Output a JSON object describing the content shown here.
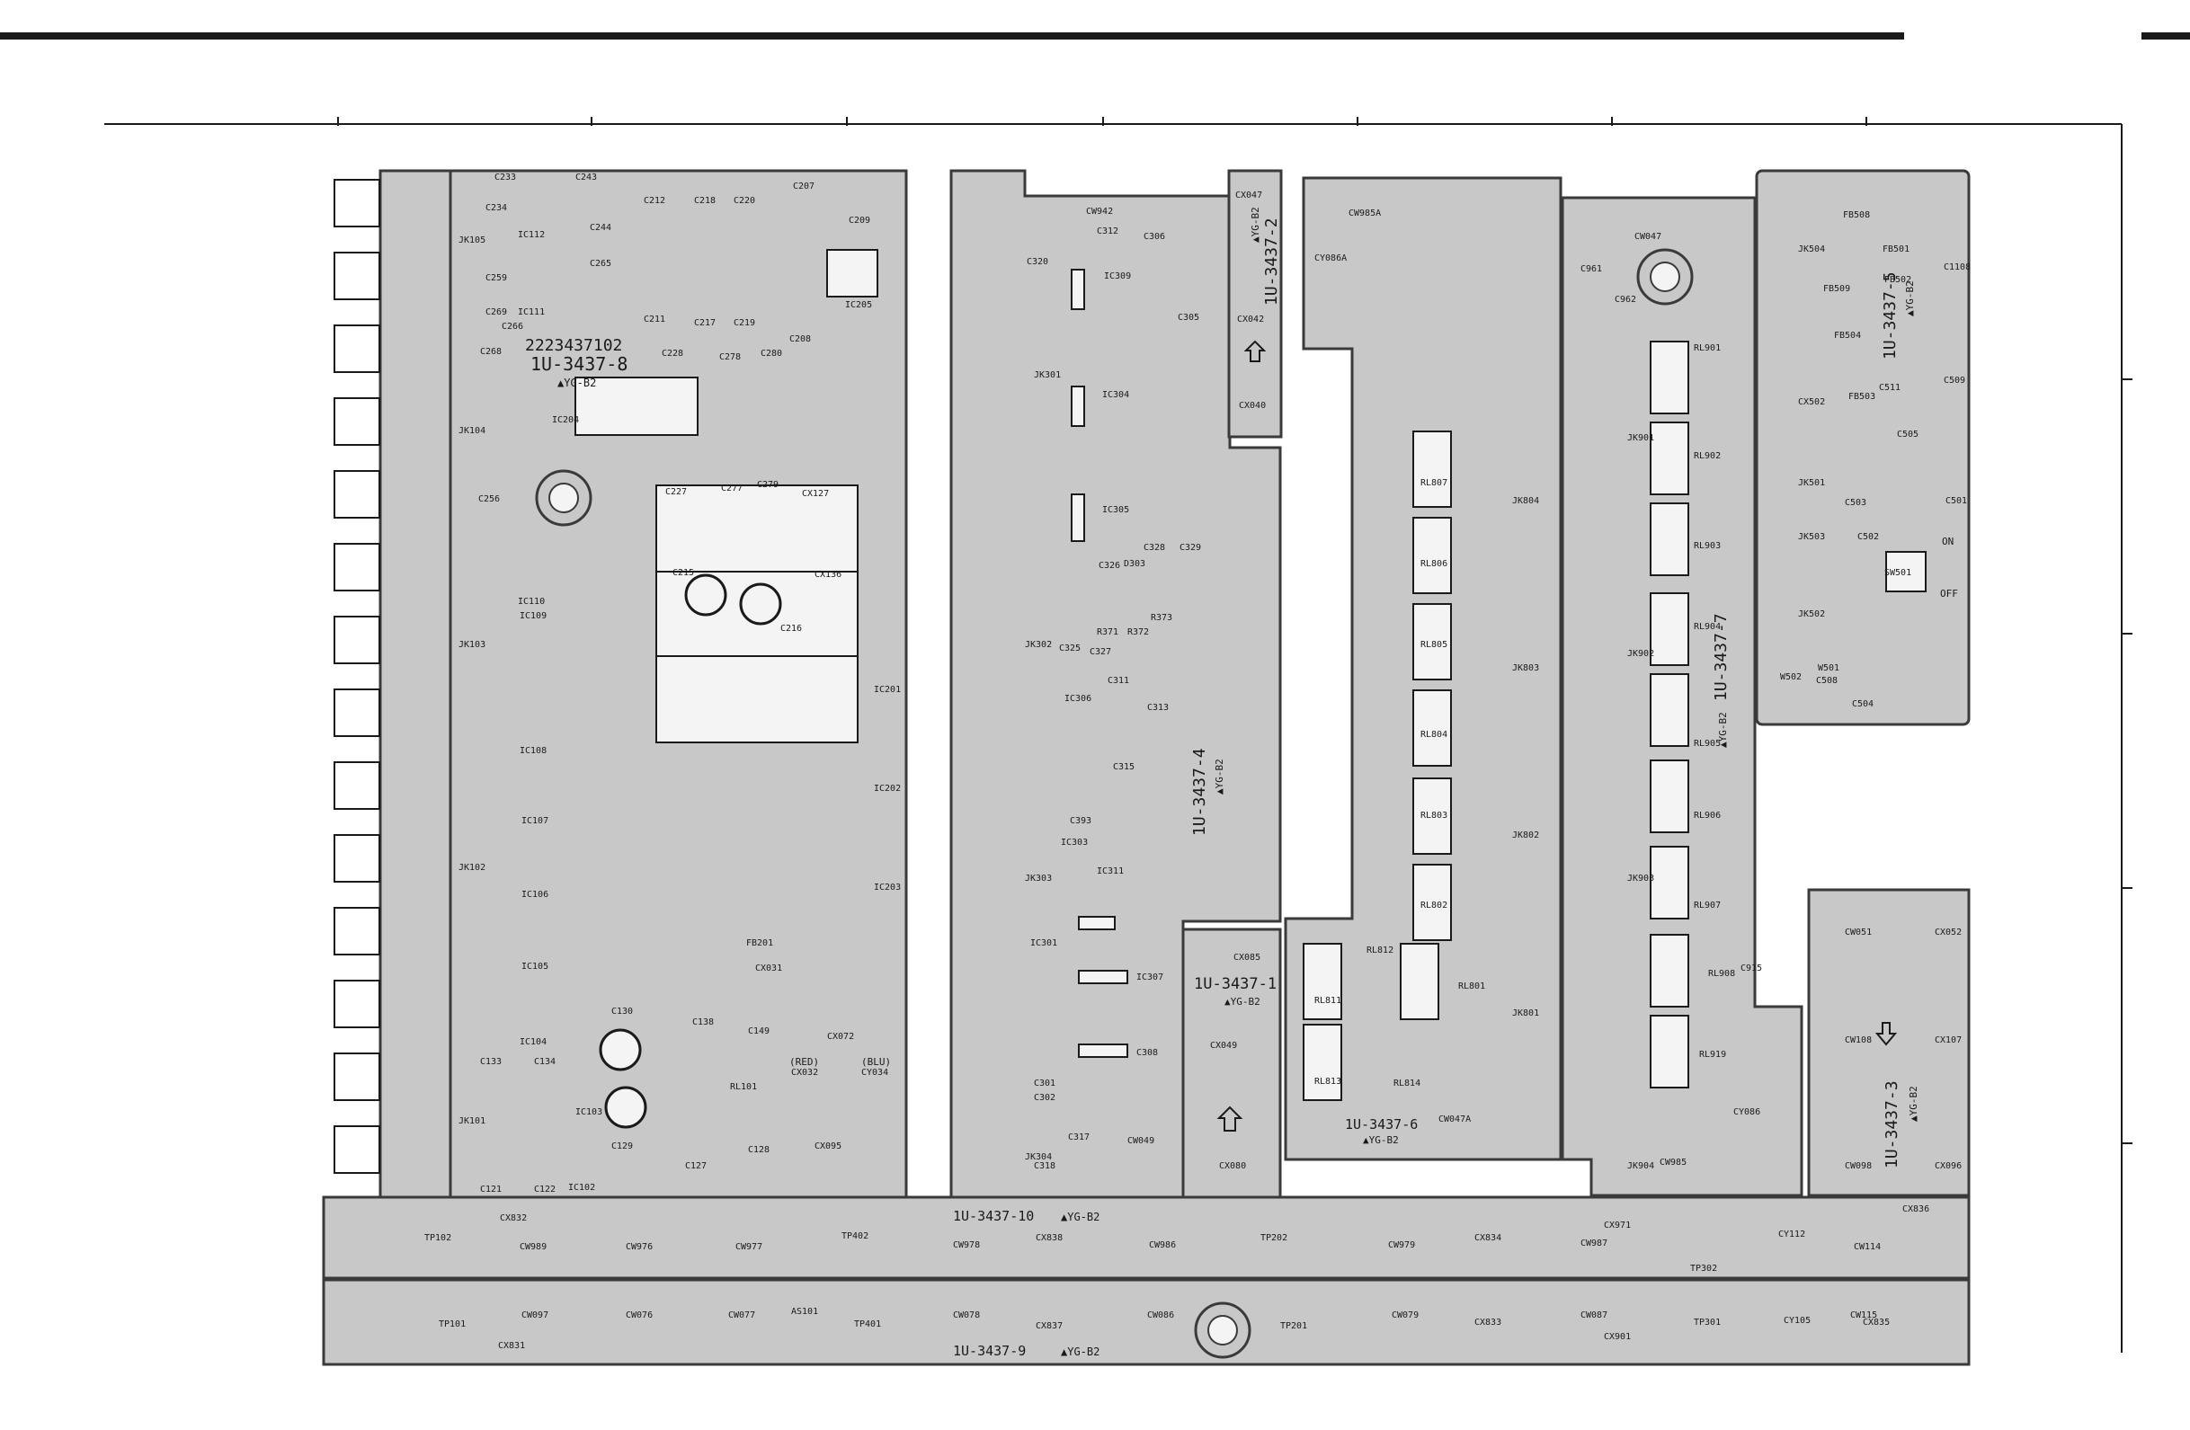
{
  "diagram": {
    "colors": {
      "board_fill": "#c8c8c8",
      "board_edge": "#3a3a3a",
      "copper": "#f4f4f4",
      "ink": "#1a1a1a",
      "page": "#ffffff"
    },
    "yg_mark": "▲",
    "boards": [
      {
        "id": "main",
        "name": "1U-3437-8",
        "mark": "YG-B2",
        "part_number": "2223437102"
      },
      {
        "id": "b4",
        "name": "1U-3437-4",
        "mark": "YG-B2"
      },
      {
        "id": "b2",
        "name": "1U-3437-2",
        "mark": "YG-B2"
      },
      {
        "id": "b1",
        "name": "1U-3437-1",
        "mark": "YG-B2"
      },
      {
        "id": "b6",
        "name": "1U-3437-6",
        "mark": "YG-B2"
      },
      {
        "id": "b7",
        "name": "1U-3437-7",
        "mark": "YG-B2"
      },
      {
        "id": "b5",
        "name": "1U-3437-5",
        "mark": "YG-B2"
      },
      {
        "id": "b3",
        "name": "1U-3437-3",
        "mark": "YG-B2"
      },
      {
        "id": "b10",
        "name": "1U-3437-10",
        "mark": "YG-B2"
      },
      {
        "id": "b9",
        "name": "1U-3437-9",
        "mark": "YG-B2"
      }
    ],
    "switch_labels": {
      "on": "ON",
      "off": "OFF"
    },
    "led_labels": {
      "red": "(RED)",
      "blue": "(BLU)"
    },
    "components": {
      "main": [
        "C233",
        "C243",
        "C234",
        "C244",
        "C265",
        "C259",
        "C266",
        "C269",
        "C268",
        "IC112",
        "IC111",
        "C212",
        "C218",
        "C220",
        "C207",
        "C209",
        "IC205",
        "C211",
        "C217",
        "C219",
        "C208",
        "C228",
        "C278",
        "C280",
        "IC204",
        "C227",
        "C277",
        "C279",
        "CX127",
        "CX136",
        "C215",
        "C216",
        "C256",
        "IC110",
        "IC109",
        "IC108",
        "IC107",
        "IC106",
        "IC105",
        "IC104",
        "IC103",
        "IC102",
        "IC201",
        "IC202",
        "IC203",
        "FB201",
        "CX031",
        "CX072",
        "CX032",
        "CY034",
        "CX095",
        "C130",
        "C138",
        "C149",
        "C129",
        "C127",
        "C128",
        "RL101",
        "C121",
        "C122",
        "C133",
        "C134",
        "JK101",
        "JK102",
        "JK103",
        "JK104",
        "JK105"
      ],
      "b4": [
        "CW942",
        "C312",
        "C306",
        "C320",
        "C305",
        "IC309",
        "IC304",
        "JK301",
        "IC305",
        "C326",
        "C328",
        "C329",
        "D303",
        "R371",
        "R372",
        "R373",
        "C325",
        "C327",
        "C311",
        "IC306",
        "C313",
        "C315",
        "C393",
        "IC303",
        "IC311",
        "IC301",
        "IC307",
        "C302",
        "C301",
        "C308",
        "C317",
        "C318",
        "CW049",
        "JK302",
        "JK303",
        "JK304"
      ],
      "b2": [
        "CX047",
        "CX042",
        "CX040"
      ],
      "b1": [
        "CX085",
        "CX049",
        "CX080"
      ],
      "b6": [
        "CY086A",
        "CW985A",
        "RL811",
        "RL812",
        "RL813",
        "RL814",
        "RL807",
        "RL806",
        "RL805",
        "RL804",
        "RL803",
        "RL802",
        "RL801",
        "JK804",
        "JK803",
        "JK802",
        "JK801",
        "CW047A"
      ],
      "b7": [
        "C961",
        "C962",
        "CW047",
        "JK901",
        "JK902",
        "JK903",
        "JK904",
        "RL901",
        "RL902",
        "RL903",
        "RL904",
        "RL905",
        "RL906",
        "RL907",
        "RL908",
        "RL919",
        "CW985",
        "CY086",
        "C915"
      ],
      "b5": [
        "FB508",
        "JK504",
        "FB501",
        "FB502",
        "FB509",
        "C1108",
        "FB504",
        "C511",
        "C509",
        "FB503",
        "CX502",
        "JK501",
        "C505",
        "C503",
        "C501",
        "JK503",
        "C502",
        "SW501",
        "JK502",
        "W502",
        "W501",
        "C508",
        "C504"
      ],
      "b3": [
        "CW051",
        "CX052",
        "CW108",
        "CX107",
        "CW098",
        "CX096"
      ],
      "b10": [
        "CX832",
        "TP102",
        "CW989",
        "CW976",
        "CW977",
        "TP402",
        "CW978",
        "CX838",
        "CW986",
        "TP202",
        "CW979",
        "CX834",
        "CW987",
        "CX971",
        "TP302",
        "CY112",
        "CW114",
        "CX836"
      ],
      "b9": [
        "TP101",
        "CW097",
        "CW076",
        "CW077",
        "AS101",
        "TP401",
        "CW078",
        "CX837",
        "CW086",
        "TP201",
        "CW079",
        "CX833",
        "CW087",
        "TP301",
        "CY105",
        "CW115",
        "CX835",
        "CX831",
        "CX901"
      ]
    }
  }
}
